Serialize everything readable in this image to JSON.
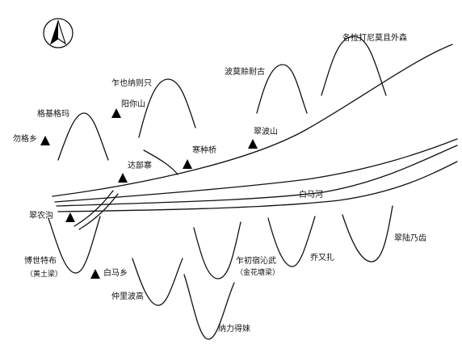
{
  "compass": {
    "icon": "north-arrow-icon"
  },
  "rivers": [
    {
      "name": "",
      "label": "白马河"
    }
  ],
  "ranges": [
    {
      "label": "各拉打尼莫且外森"
    },
    {
      "label": "波莫赊耐古"
    },
    {
      "label": "乍也纳则只"
    },
    {
      "label": "格基格玛"
    },
    {
      "label": "博世特布"
    },
    {
      "label": "仲里波高"
    },
    {
      "label": "纳力得妹"
    },
    {
      "label": "乍初宿沁武"
    },
    {
      "label": "乔又扎"
    },
    {
      "label": "翠陆乃齿"
    }
  ],
  "peaks": [
    {
      "label": "阳你山"
    },
    {
      "label": "勿格乡"
    },
    {
      "label": "达部寨"
    },
    {
      "label": "寒种桥"
    },
    {
      "label": "翠波山"
    },
    {
      "label": "翠农沟"
    },
    {
      "label": "白马乡"
    }
  ],
  "notes": {
    "huangtu": "（黄土梁）",
    "jinhua": "（金花塘梁）"
  }
}
